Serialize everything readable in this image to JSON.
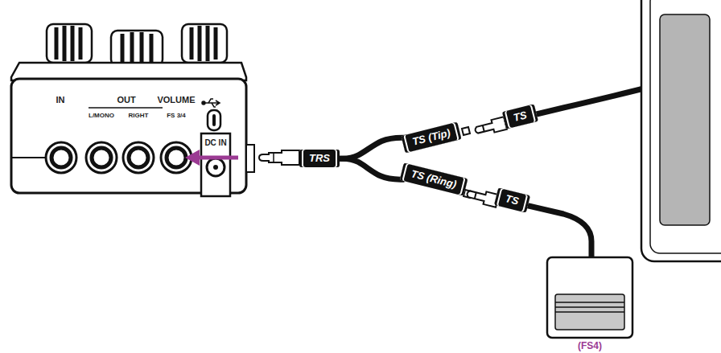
{
  "diagram": {
    "nodes": [
      {
        "text": [
          "TRS"
        ]
      },
      {
        "text": [
          "TS (Tip)"
        ]
      },
      {
        "text": [
          "TS (Ring)"
        ]
      },
      {
        "text": [
          "TS"
        ]
      },
      {
        "text": [
          "TS"
        ]
      }
    ],
    "edges": [
      {
        "from": 0,
        "to": 1,
        "arrow": "none"
      },
      {
        "from": 0,
        "to": 2,
        "arrow": "none"
      }
    ],
    "labels": [
      "IN",
      "OUT",
      "L/MONO",
      "RIGHT",
      "VOLUME",
      "FS 3/4",
      "DC IN",
      "(FS4)"
    ]
  }
}
